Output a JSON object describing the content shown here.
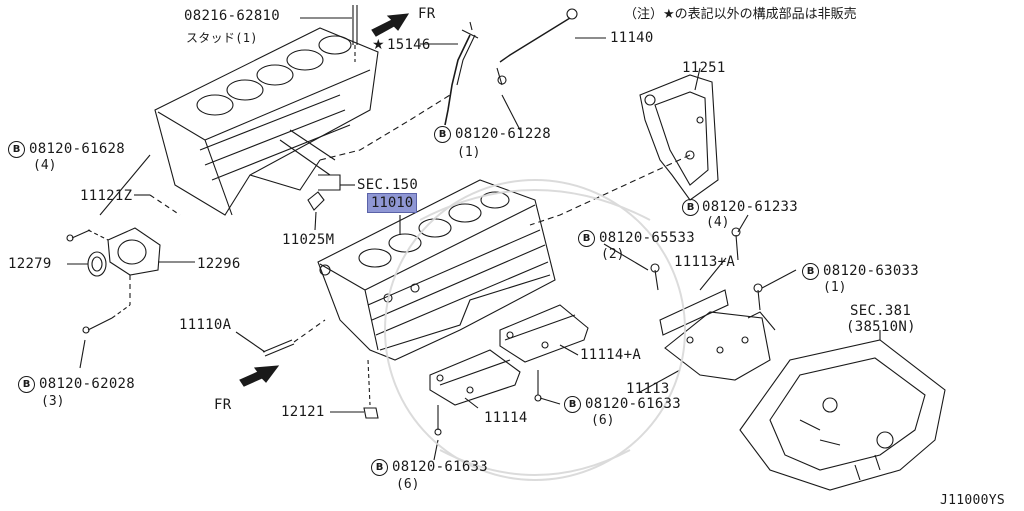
{
  "note": "（注）★の表記以外の構成部品は非販売",
  "diagram_code": "J11000YS",
  "fr_top": "FR",
  "fr_bottom": "FR",
  "labels": {
    "p08216": "08216-62810",
    "p08216_sub": "スタッド(1)",
    "p15146": "15146",
    "p11140": "11140",
    "p08120_61228": "08120-61228",
    "p08120_61228_q": "(1)",
    "p11251": "11251",
    "p08120_61628": "08120-61628",
    "p08120_61628_q": "(4)",
    "p11121z": "11121Z",
    "sec150": "SEC.150",
    "p11010": "11010",
    "p11025m": "11025M",
    "p12279": "12279",
    "p12296": "12296",
    "p08120_61233": "08120-61233",
    "p08120_61233_q": "(4)",
    "p08120_65533": "08120-65533",
    "p08120_65533_q": "(2)",
    "p11113a": "11113+A",
    "p08120_63033": "08120-63033",
    "p08120_63033_q": "(1)",
    "sec381": "SEC.381",
    "sec381_sub": "(38510N)",
    "p11110a": "11110A",
    "p11114a": "11114+A",
    "p11113": "11113",
    "p08120_62028": "08120-62028",
    "p08120_62028_q": "(3)",
    "p12121": "12121",
    "p11114": "11114",
    "p08120_61633a": "08120-61633",
    "p08120_61633a_q": "(6)",
    "p08120_61633b": "08120-61633",
    "p08120_61633b_q": "(6)"
  },
  "bolt_marker": "B",
  "star_marker": "★",
  "colors": {
    "line": "#1a1a1a",
    "highlight": "#8f97d4"
  }
}
